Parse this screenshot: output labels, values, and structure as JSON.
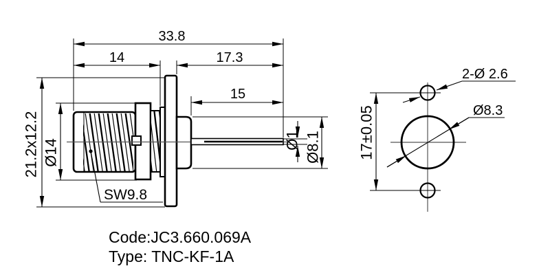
{
  "page": {
    "background": "#ffffff",
    "line_color": "#000000",
    "centerline_color": "#555555"
  },
  "side_view": {
    "dims": {
      "total_length": "33.8",
      "front_length": "14",
      "rear_length": "17.3",
      "pin_length": "15",
      "flange_size": "21.2x12.2",
      "body_diameter": "Ø14",
      "wrench_size": "SW9.8",
      "pin_diameter": "Ø1",
      "rear_diameter": "Ø8.1"
    }
  },
  "front_view": {
    "dims": {
      "mount_holes": "2-Ø 2.6",
      "center_hole": "Ø8.3",
      "hole_spacing": "17±0.05"
    }
  },
  "footer": {
    "code": "Code:JC3.660.069A",
    "type": "Type: TNC-KF-1A"
  }
}
